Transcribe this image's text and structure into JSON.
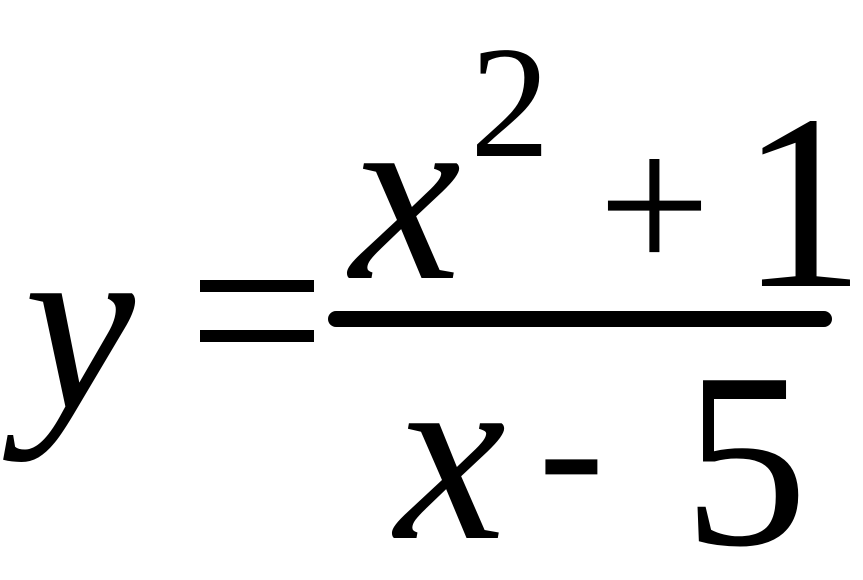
{
  "equation": {
    "lhs_variable": "y",
    "equals_sign": "=",
    "numerator": {
      "variable": "x",
      "exponent": "2",
      "operator": "+",
      "constant": "1"
    },
    "denominator": {
      "variable": "x",
      "operator": "-",
      "constant": "5"
    }
  }
}
